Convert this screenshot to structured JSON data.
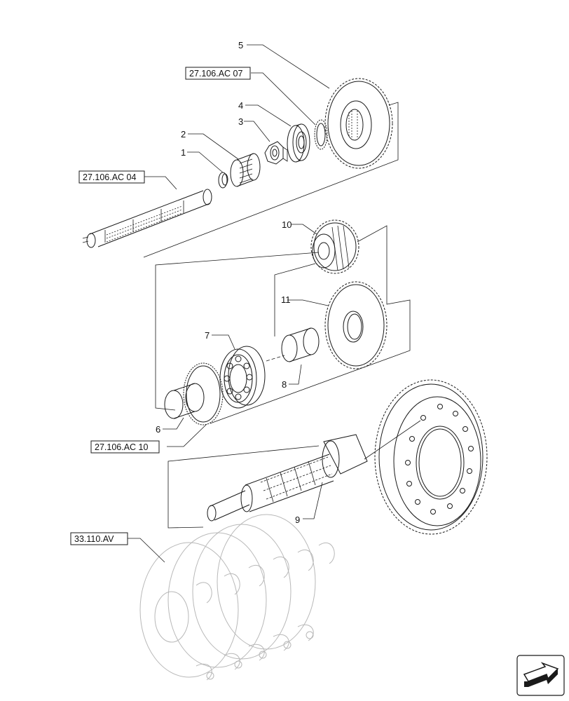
{
  "callouts": {
    "c1": "1",
    "c2": "2",
    "c3": "3",
    "c4": "4",
    "c5": "5",
    "c6": "6",
    "c7": "7",
    "c8": "8",
    "c9": "9",
    "c10": "10",
    "c11": "11"
  },
  "references": {
    "ref_ac07": "27.106.AC 07",
    "ref_ac04": "27.106.AC 04",
    "ref_ac10": "27.106.AC 10",
    "ref_av": "33.110.AV"
  },
  "icons": {
    "nav": "arrow-next-page-icon"
  },
  "colors": {
    "line": "#1a1a1a",
    "ghost": "#b8b8b8"
  }
}
